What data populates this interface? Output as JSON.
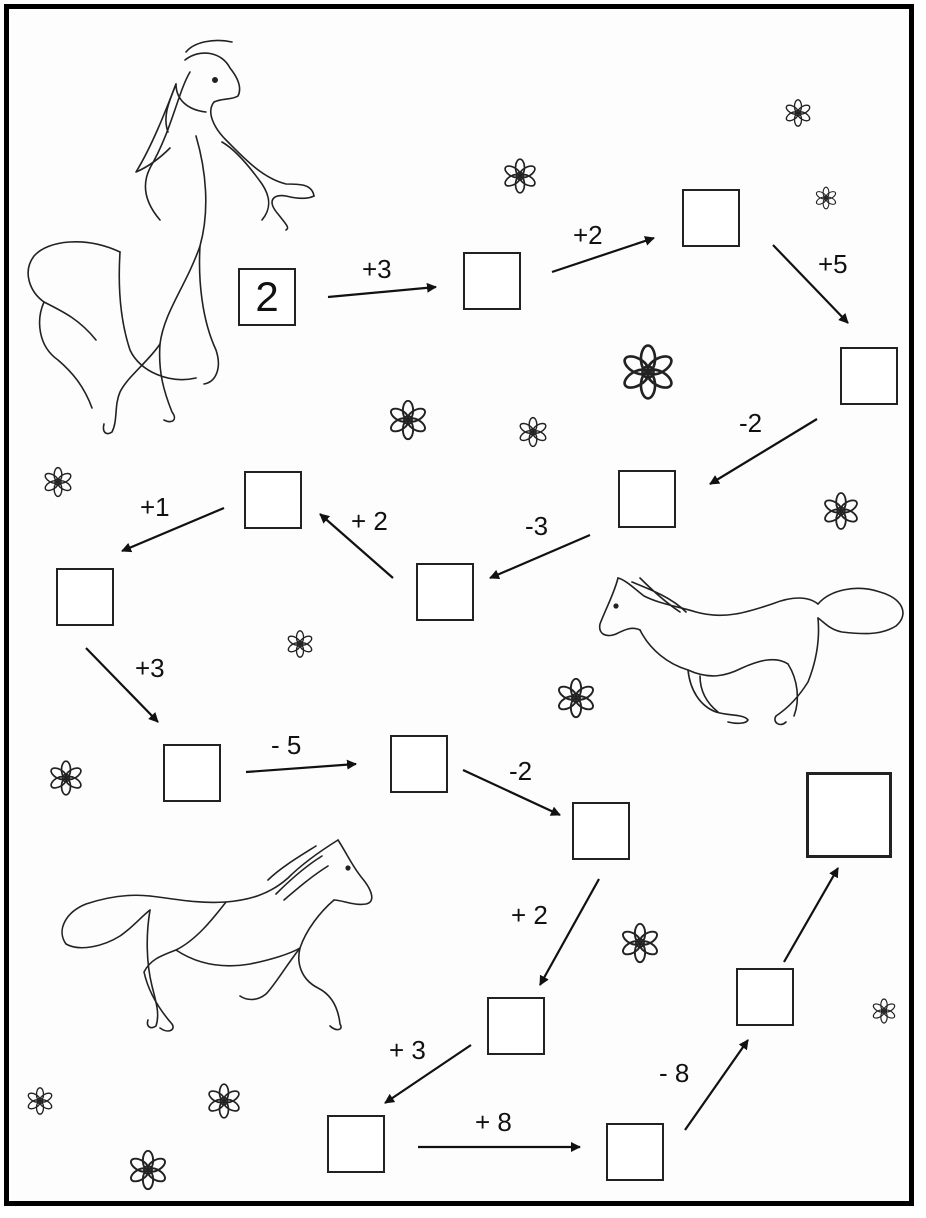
{
  "worksheet": {
    "start_value": "2",
    "operations": [
      "+3",
      "+2",
      "+5",
      "-2",
      "-3",
      "+ 2",
      "+1",
      "+3",
      "- 5",
      "-2",
      "+ 2",
      "+ 3",
      "+ 8",
      "- 8"
    ]
  },
  "colors": {
    "ink": "#111111",
    "frame": "#000000",
    "paper": "#fdfdfd"
  },
  "illustrations": [
    "rearing-horse",
    "galloping-horse-right",
    "galloping-horse-left",
    "flower-icon"
  ]
}
